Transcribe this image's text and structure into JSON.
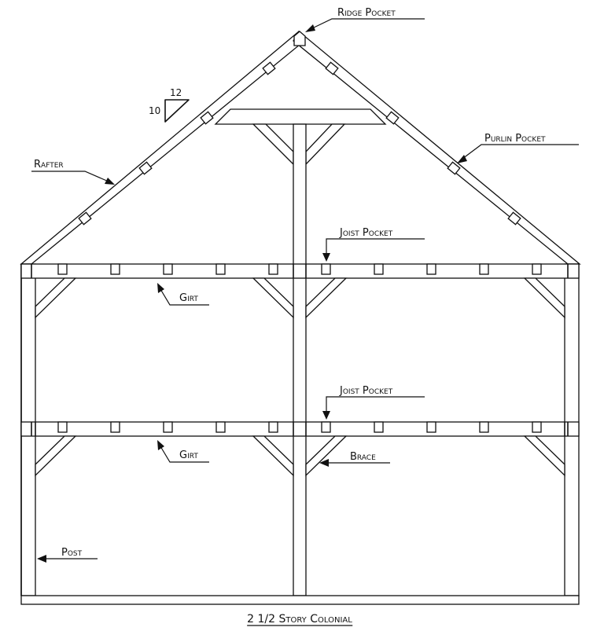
{
  "labels": {
    "ridge_pocket": "Ridge Pocket",
    "purlin_pocket": "Purlin Pocket",
    "rafter": "Rafter",
    "joist_pocket_upper": "Joist Pocket",
    "joist_pocket_lower": "Joist Pocket",
    "girt_upper": "Girt",
    "girt_lower": "Girt",
    "brace": "Brace",
    "post": "Post"
  },
  "pitch": {
    "rise": "10",
    "run": "12"
  },
  "title": "2 1/2 Story Colonial"
}
